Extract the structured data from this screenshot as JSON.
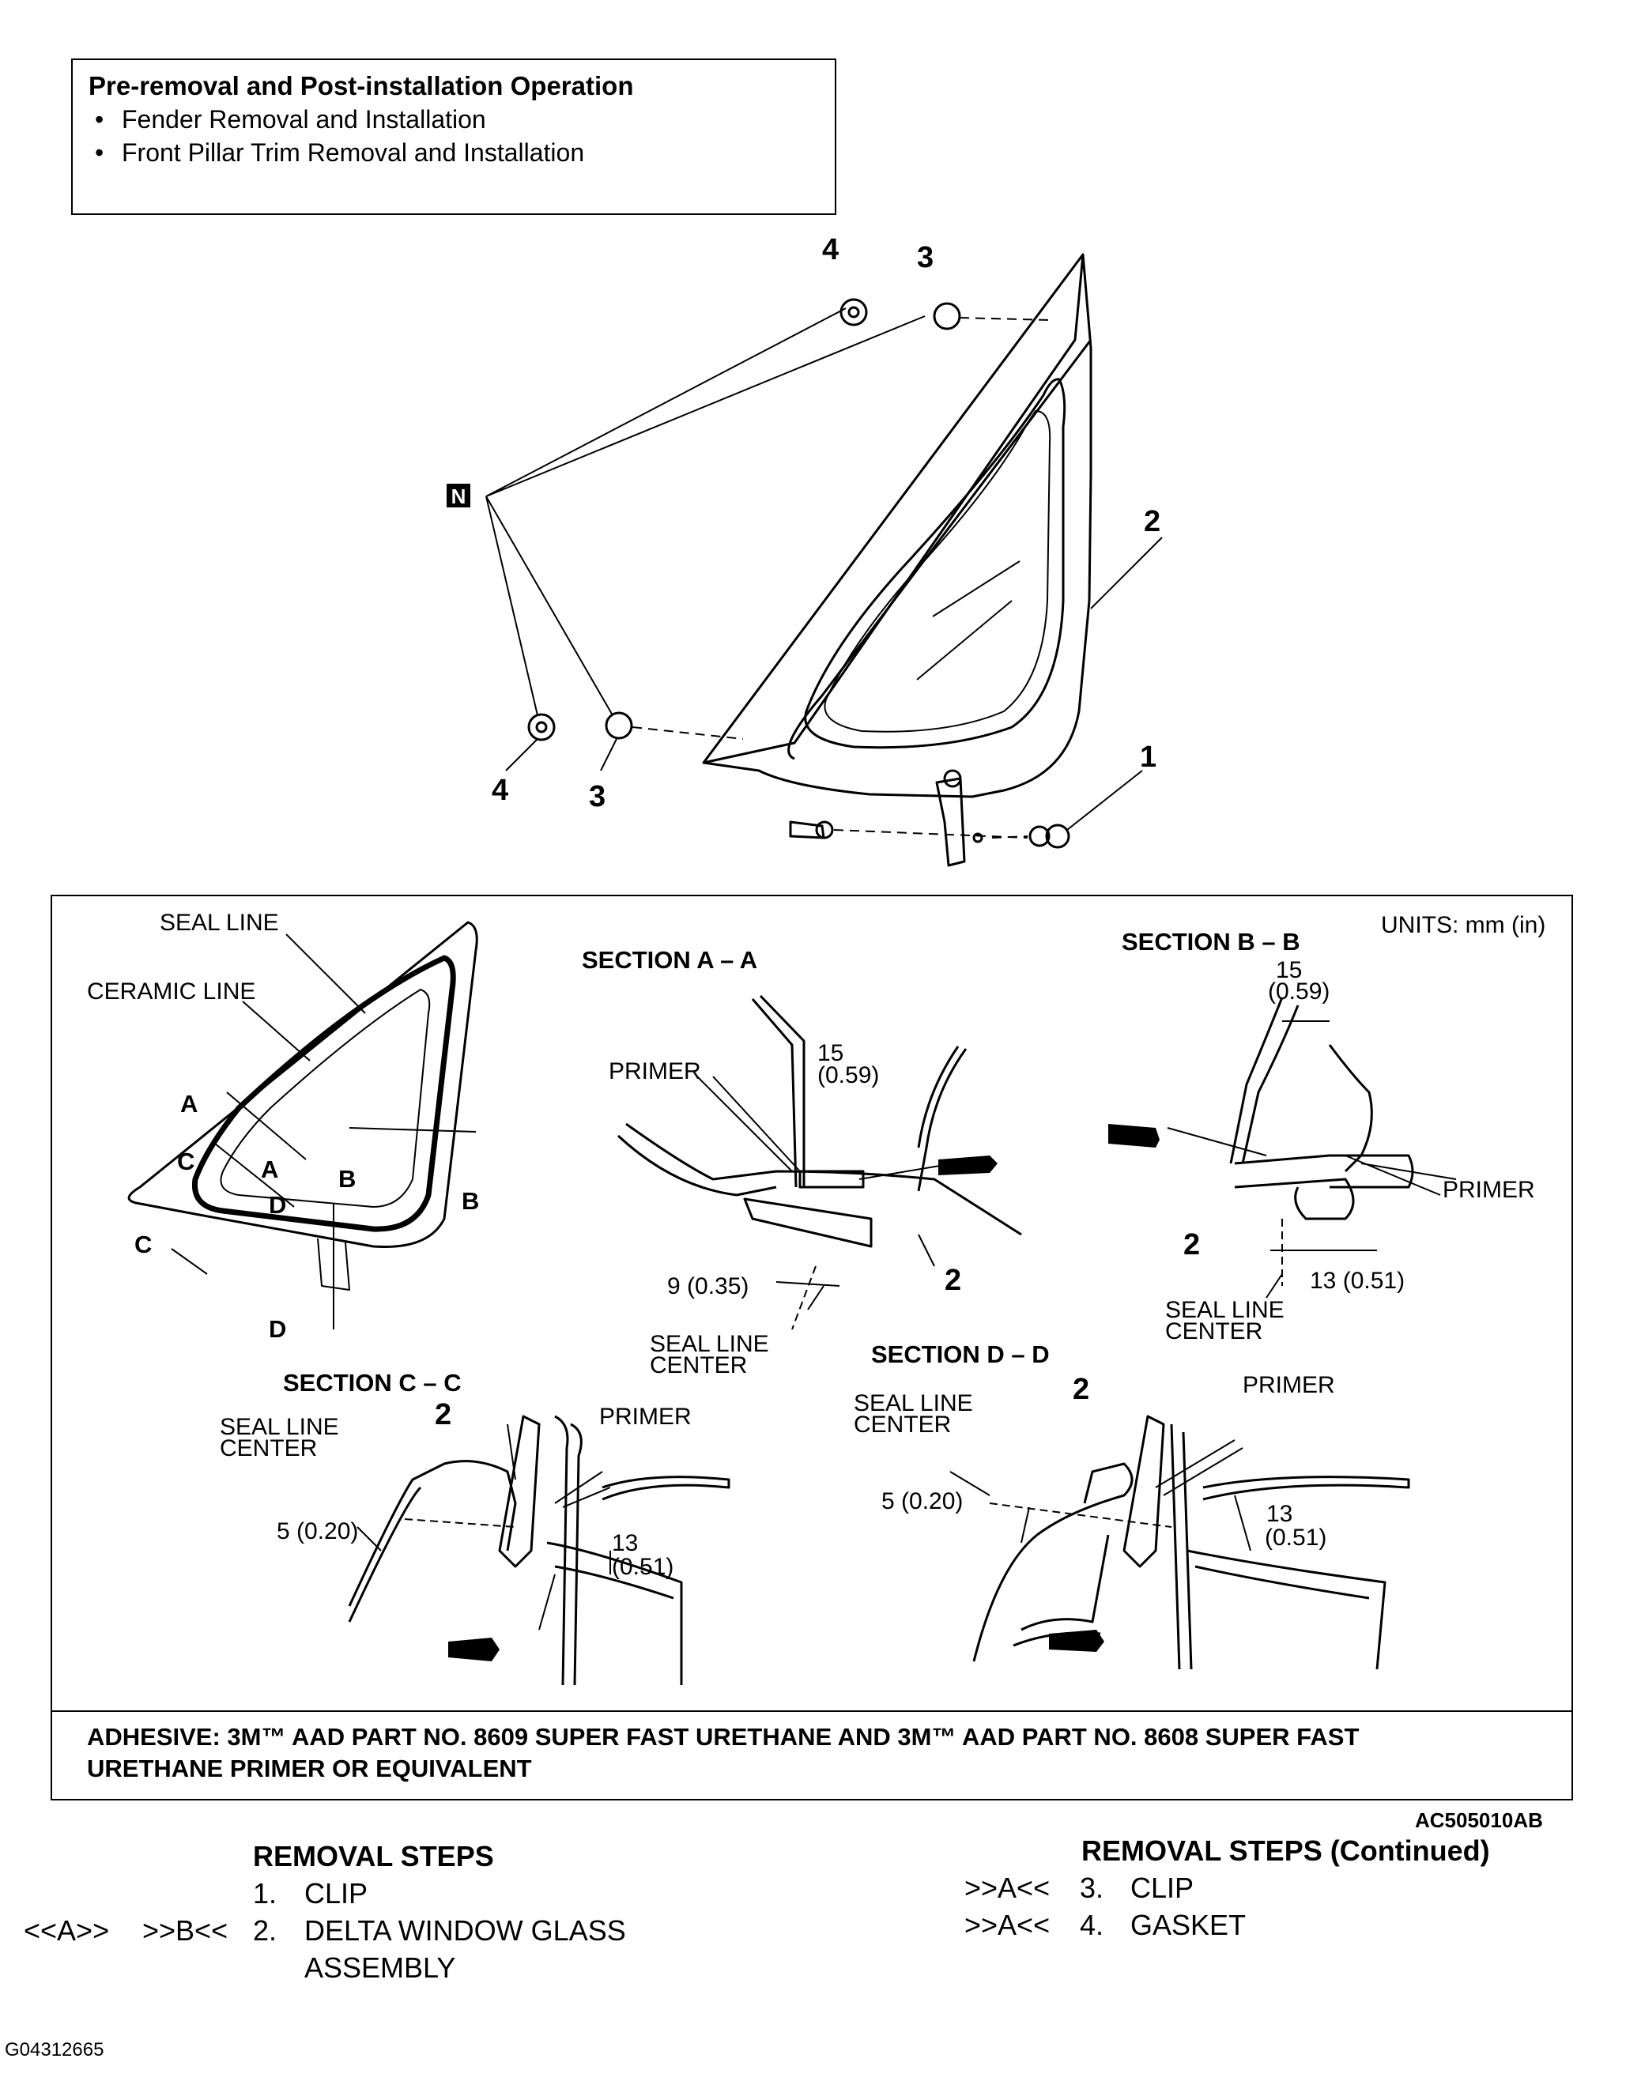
{
  "pre_operation": {
    "title": "Pre-removal and Post-installation Operation",
    "items": [
      "Fender Removal and Installation",
      "Front Pillar Trim Removal and Installation"
    ]
  },
  "exploded_view": {
    "callouts": [
      "1",
      "2",
      "3",
      "4"
    ],
    "n_mark": "N"
  },
  "detail": {
    "units": "UNITS: mm (in)",
    "seal_line": "SEAL LINE",
    "ceramic_line": "CERAMIC LINE",
    "section_letters": [
      "A",
      "B",
      "C",
      "D"
    ],
    "sections": {
      "aa": "SECTION A – A",
      "bb": "SECTION B – B",
      "cc": "SECTION C – C",
      "dd": "SECTION D – D"
    },
    "primer": "PRIMER",
    "seal_line_center_1": "SEAL LINE",
    "seal_line_center_2": "CENTER",
    "dims": {
      "aa_15": "15",
      "aa_059": "(0.59)",
      "aa_9": "9 (0.35)",
      "bb_15": "15",
      "bb_059": "(0.59)",
      "bb_13": "13 (0.51)",
      "cc_5": "5 (0.20)",
      "cc_13": "13",
      "cc_051": "(0.51)",
      "dd_5": "5 (0.20)",
      "dd_13": "13",
      "dd_051": "(0.51)"
    },
    "part_2": "2",
    "adhesive_line1": "ADHESIVE: 3M™ AAD PART NO. 8609 SUPER FAST URETHANE AND 3M™ AAD PART NO. 8608 SUPER FAST",
    "adhesive_line2": "URETHANE PRIMER OR EQUIVALENT"
  },
  "figure_code": "AC505010AB",
  "removal_steps": {
    "heading": "REMOVAL STEPS",
    "steps": [
      {
        "num": "1.",
        "label": "CLIP",
        "prefix": ""
      },
      {
        "num": "2.",
        "label": "DELTA WINDOW GLASS",
        "label2": "ASSEMBLY",
        "prefix_a": "<<A>>",
        "prefix_b": ">>B<<"
      }
    ]
  },
  "removal_steps_continued": {
    "heading": "REMOVAL STEPS (Continued)",
    "steps": [
      {
        "prefix": ">>A<<",
        "num": "3.",
        "label": "CLIP"
      },
      {
        "prefix": ">>A<<",
        "num": "4.",
        "label": "GASKET"
      }
    ]
  },
  "doc_code": "G04312665"
}
